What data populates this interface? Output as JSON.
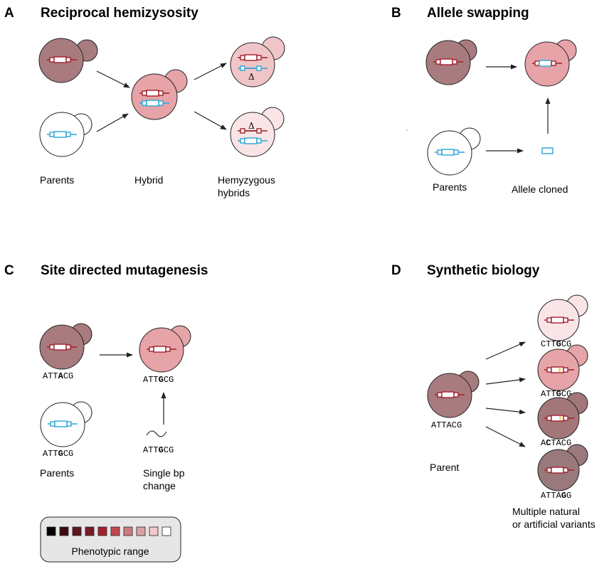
{
  "panels": {
    "a": {
      "letter": "A",
      "title": "Reciprocal hemizysosity",
      "label_parents": "Parents",
      "label_hybrid": "Hybrid",
      "label_hemi_1": "Hemyzygous",
      "label_hemi_2": "hybrids",
      "delta": "Δ"
    },
    "b": {
      "letter": "B",
      "title": "Allele swapping",
      "label_parents": "Parents",
      "label_cloned": "Allele cloned"
    },
    "c": {
      "letter": "C",
      "title": "Site directed mutagenesis",
      "seq_parent1": {
        "pre": "ATT",
        "bold": "A",
        "post": "CG"
      },
      "seq_result": {
        "pre": "ATT",
        "bold": "G",
        "post": "CG"
      },
      "seq_parent2": {
        "pre": "ATT",
        "bold": "G",
        "post": "CG"
      },
      "seq_oligo": {
        "pre": "ATT",
        "bold": "G",
        "post": "CG"
      },
      "label_parents": "Parents",
      "label_change_1": "Single bp",
      "label_change_2": "change"
    },
    "d": {
      "letter": "D",
      "title": "Synthetic biology",
      "seq_parent": "ATTACG",
      "label_parent": "Parent",
      "variants": [
        {
          "pre": "CTT",
          "bold": "G",
          "post": "CG"
        },
        {
          "pre": "ATT",
          "bold": "G",
          "post": "CG"
        },
        {
          "pre": "A",
          "bold": "C",
          "post": "TACG"
        },
        {
          "pre": "ATTA",
          "bold": "G",
          "post": "G"
        }
      ],
      "label_variants_1": "Multiple natural",
      "label_variants_2": "or artificial variants"
    }
  },
  "legend": {
    "label": "Phenotypic range",
    "swatches": [
      "#000000",
      "#3e0a12",
      "#5e1520",
      "#7d1a28",
      "#a8202e",
      "#c2464e",
      "#cf7b7e",
      "#dda0a2",
      "#f2c9cb",
      "#ffffff"
    ]
  },
  "colors": {
    "dark_cell": "#a87b7e",
    "hybrid_cell": "#e6a3a8",
    "light_cell": "#f0c5c8",
    "lightest_cell": "#f9e4e6",
    "mid_cell": "#a3777a",
    "gray_cell": "#99797c",
    "white_cell": "#ffffff",
    "red_allele": "#a0202a",
    "blue_allele": "#2aa6d6",
    "legend_bg": "#e6e6e6"
  }
}
